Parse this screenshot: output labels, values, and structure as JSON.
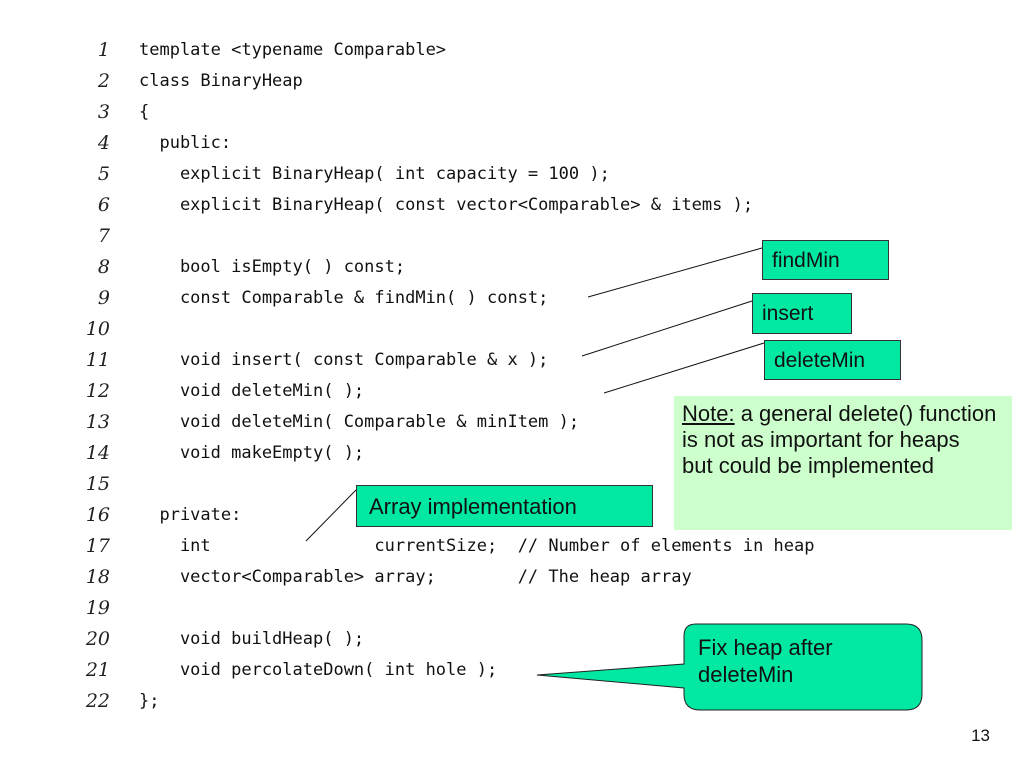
{
  "code": {
    "line_numbers": [
      "1",
      "2",
      "3",
      "4",
      "5",
      "6",
      "7",
      "8",
      "9",
      "10",
      "11",
      "12",
      "13",
      "14",
      "15",
      "16",
      "17",
      "18",
      "19",
      "20",
      "21",
      "22"
    ],
    "lines": [
      "template <typename Comparable>",
      "class BinaryHeap",
      "{",
      "  public:",
      "    explicit BinaryHeap( int capacity = 100 );",
      "    explicit BinaryHeap( const vector<Comparable> & items );",
      "",
      "    bool isEmpty( ) const;",
      "    const Comparable & findMin( ) const;",
      "",
      "    void insert( const Comparable & x );",
      "    void deleteMin( );",
      "    void deleteMin( Comparable & minItem );",
      "    void makeEmpty( );",
      "",
      "  private:",
      "    int                currentSize;  // Number of elements in heap",
      "    vector<Comparable> array;        // The heap array",
      "",
      "    void buildHeap( );",
      "    void percolateDown( int hole );",
      "};"
    ]
  },
  "labels": {
    "findmin": "findMin",
    "insert": "insert",
    "deletemin": "deleteMin",
    "array_impl": "Array implementation"
  },
  "note": {
    "title": "Note:",
    "body": " a general delete() function is not as important for heaps",
    "line2": "but could be implemented"
  },
  "callout": {
    "text": "Fix heap after deleteMin"
  },
  "page_number": "13",
  "colors": {
    "label_green": "#00e8a2",
    "note_bg": "#ccffcc"
  }
}
